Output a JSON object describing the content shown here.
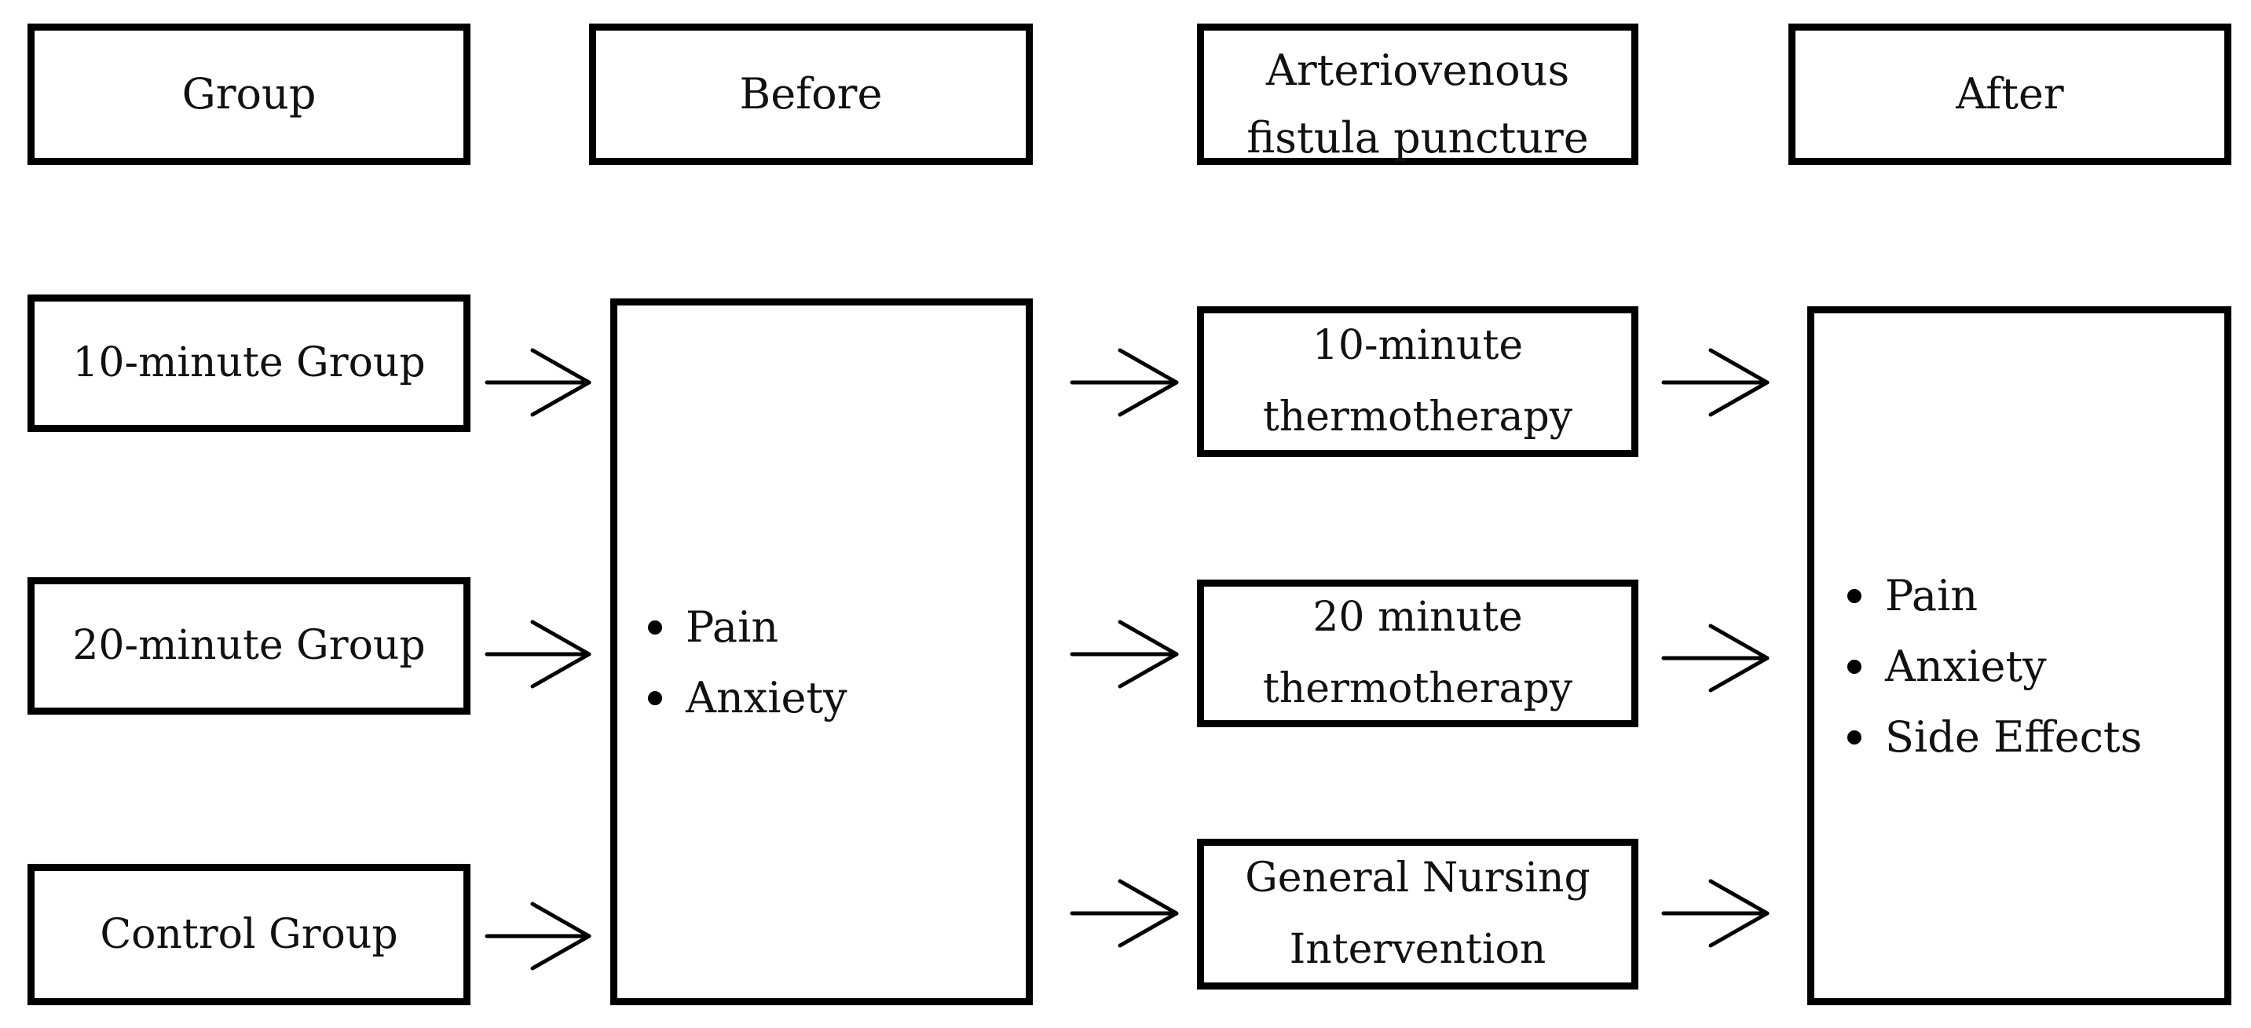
{
  "headers": {
    "group": "Group",
    "before": "Before",
    "puncture_line1": "Arteriovenous",
    "puncture_line2": "fistula puncture",
    "after": "After"
  },
  "groups": [
    "10-minute Group",
    "20-minute Group",
    "Control Group"
  ],
  "before_measures": [
    "Pain",
    "Anxiety"
  ],
  "interventions": [
    {
      "line1": "10-minute",
      "line2": "thermotherapy"
    },
    {
      "line1": "20 minute",
      "line2": "thermotherapy"
    },
    {
      "line1": "General Nursing",
      "line2": "Intervention"
    }
  ],
  "after_measures": [
    "Pain",
    "Anxiety",
    "Side Effects"
  ]
}
